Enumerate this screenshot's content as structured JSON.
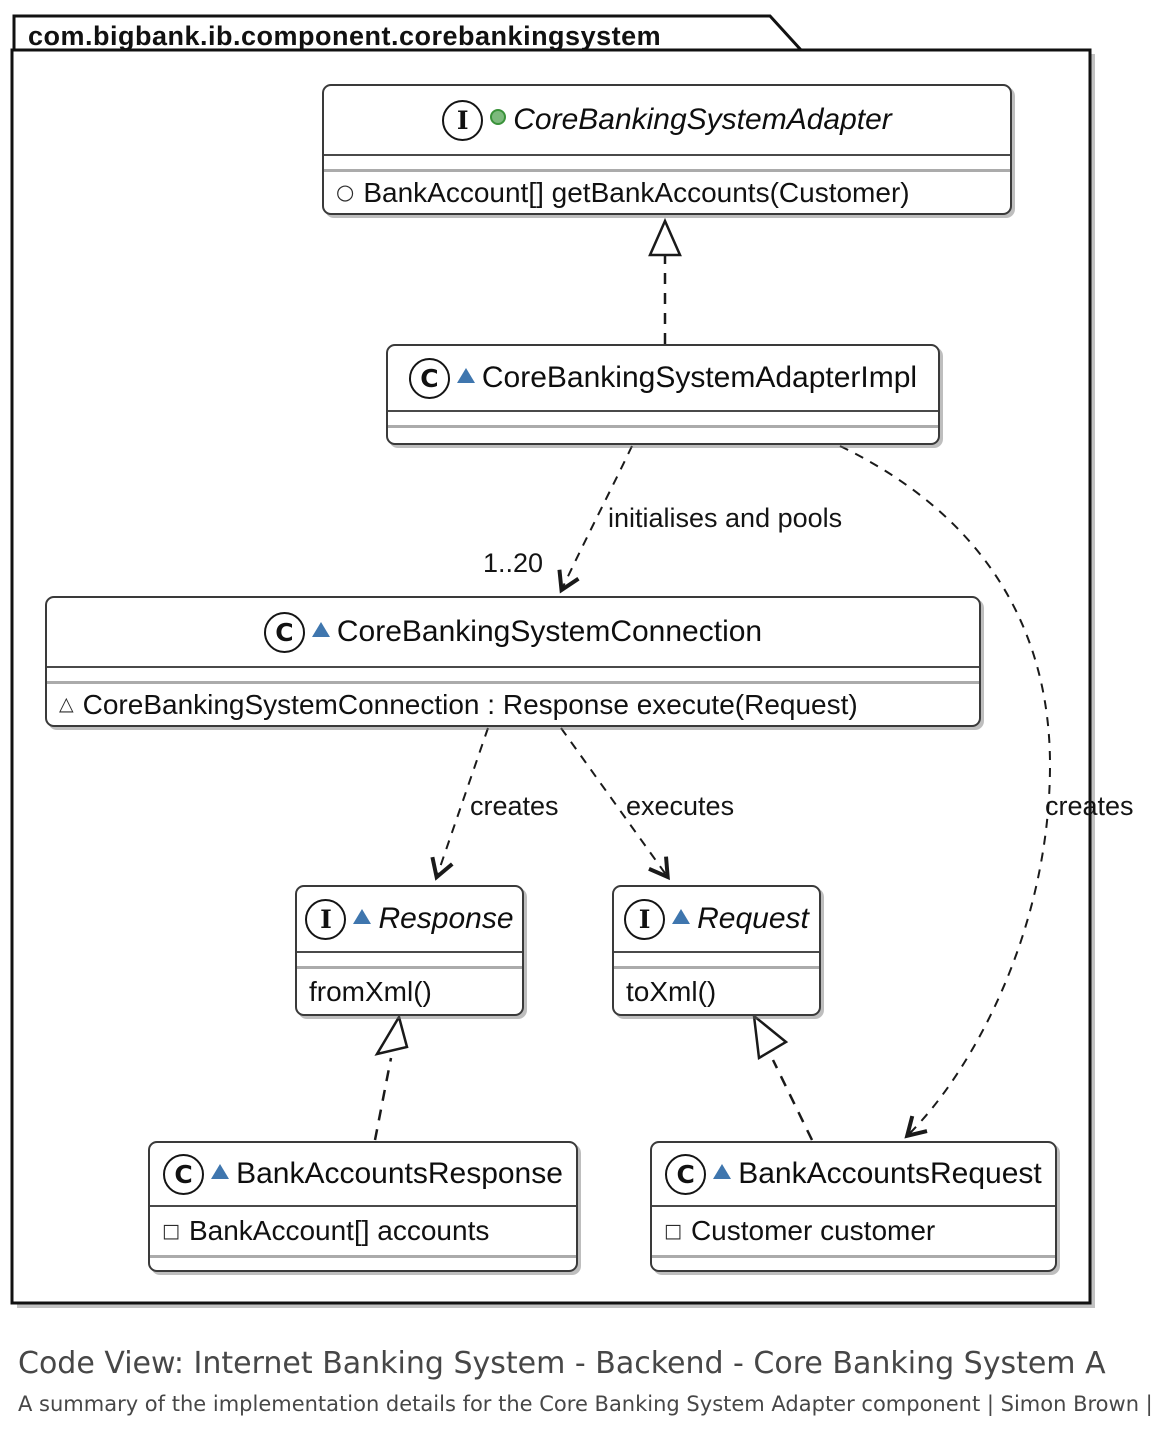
{
  "package": {
    "title": "com.bigbank.ib.component.corebankingsystem"
  },
  "nodes": {
    "adapter": {
      "kind": "interface",
      "badge": "I",
      "name": "CoreBankingSystemAdapter",
      "method": "BankAccount[] getBankAccounts(Customer)"
    },
    "adapterImpl": {
      "kind": "class",
      "badge": "C",
      "name": "CoreBankingSystemAdapterImpl"
    },
    "connection": {
      "kind": "class",
      "badge": "C",
      "name": "CoreBankingSystemConnection",
      "method": "CoreBankingSystemConnection : Response execute(Request)"
    },
    "response": {
      "kind": "interface",
      "badge": "I",
      "name": "Response",
      "method": "fromXml()"
    },
    "request": {
      "kind": "interface",
      "badge": "I",
      "name": "Request",
      "method": "toXml()"
    },
    "bankAccountsResponse": {
      "kind": "class",
      "badge": "C",
      "name": "BankAccountsResponse",
      "field": "BankAccount[] accounts"
    },
    "bankAccountsRequest": {
      "kind": "class",
      "badge": "C",
      "name": "BankAccountsRequest",
      "field": "Customer customer"
    }
  },
  "edges": {
    "initialises": {
      "label": "initialises and pools",
      "multiplicity": "1..20"
    },
    "creates_response": {
      "label": "creates"
    },
    "executes_request": {
      "label": "executes"
    },
    "creates_request": {
      "label": "creates"
    }
  },
  "icons": {
    "method_public": "○",
    "method_package": "△",
    "field_package": "□"
  },
  "colors": {
    "interface_dot": "#7CB97C",
    "interface_dot_border": "#3A923A",
    "class_triangle": "#3F76AE",
    "box_border": "#3a3a3a",
    "caption_text": "#474747"
  },
  "caption": {
    "title": "Code View: Internet Banking System - Backend - Core Banking System A",
    "subtitle": "A summary of the implementation details for the Core Banking System Adapter component | Simon Brown |"
  }
}
